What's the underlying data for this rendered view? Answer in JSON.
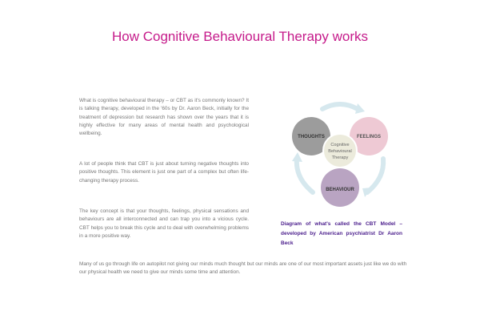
{
  "page": {
    "title": "How Cognitive Behavioural Therapy works"
  },
  "content": {
    "paragraph_1": "What is cognitive behavioural therapy – or CBT as it's commonly known? It is talking therapy, developed in the '60s by Dr. Aaron Beck, initially for the treatment of depression but research has shown over the years that it is highly effective for many areas of mental health and psychological wellbeing.",
    "paragraph_2": "A lot of people think that CBT is just about turning negative thoughts into positive thoughts. This element is just one part of a complex but often life-changing therapy process.",
    "paragraph_3": "The key concept is that your thoughts, feelings, physical sensations and behaviours are all interconnected and can trap you into a vicious cycle. CBT helps you to break this cycle and to deal with overwhelming problems in a more positive way.",
    "paragraph_4": "Many of us go through life on autopilot not giving our minds much thought but our minds are one of our most important assets just like we do with our physical health we need to give our minds some time and attention."
  },
  "diagram": {
    "node_thoughts": "THOUGHTS",
    "node_feelings": "FEELINGS",
    "node_behaviour": "BEHAVIOUR",
    "center_line_1": "Cognitive",
    "center_line_2": "Behavioural",
    "center_line_3": "Therapy",
    "caption": "Diagram of what's called the CBT Model – developed by American psychiatrist Dr Aaron Beck",
    "colors": {
      "thoughts": "#9c9c9c",
      "feelings": "#eec9d4",
      "behaviour": "#b9a4c2",
      "center": "#ecebdc",
      "arrows": "#d6e8ee"
    }
  }
}
